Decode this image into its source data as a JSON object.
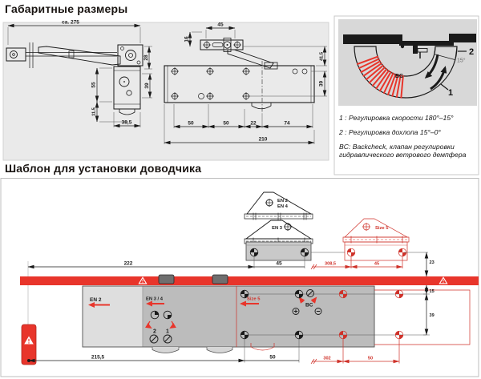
{
  "titles": {
    "dimensions": "Габаритные размеры",
    "template": "Шаблон для установки доводчика"
  },
  "side_view": {
    "overall": "ca. 275",
    "arm_height": "28",
    "body_height": "55",
    "axle_offset": "39",
    "below_body": "11,5",
    "body_width": "38,5"
  },
  "front_view": {
    "bracket_width": "45",
    "bracket_depth": "16",
    "drop": "41,5",
    "row_gap": "39",
    "seg1": "50",
    "seg2": "50",
    "seg3": "22",
    "seg4": "74",
    "total": "210"
  },
  "angle_diagram": {
    "bc": "BC",
    "label_1": "1",
    "label_2": "2",
    "angle": "15°"
  },
  "notes": {
    "line1": "1 : Регулировка скорости 180°–15°",
    "line2": "2 : Регулировка дохлопа 15°–0°",
    "line3": "BC: Backcheck, клапан регулировки гидравлического ветрового демпфера"
  },
  "template": {
    "bracket_en2": "EN 2",
    "bracket_en4": "EN 4",
    "bracket_en3": "EN 3",
    "bracket_size5": "Size 5",
    "body_en2": "EN 2",
    "body_en34": "EN 3 / 4",
    "body_size5": "Size 5",
    "bc": "BC",
    "valve_1": "1",
    "valve_2": "2",
    "dims": {
      "overall": "222",
      "plate_holes": "45",
      "size5_offset": "308,5",
      "size5_plate_holes": "45",
      "plate_to_frame": "23",
      "frame_to_holes": "15",
      "row_gap": "39",
      "hinge_to_holes": "215,5",
      "body_holes": "50",
      "size5_body_offset": "302",
      "size5_body_holes": "50"
    }
  },
  "colors": {
    "accent_red": "#e8352b",
    "line_red": "#cf3129",
    "panel_gray": "#eaeaea",
    "diagram_gray": "#d8d8d8",
    "backcheck_tan": "#e7bb9e"
  }
}
